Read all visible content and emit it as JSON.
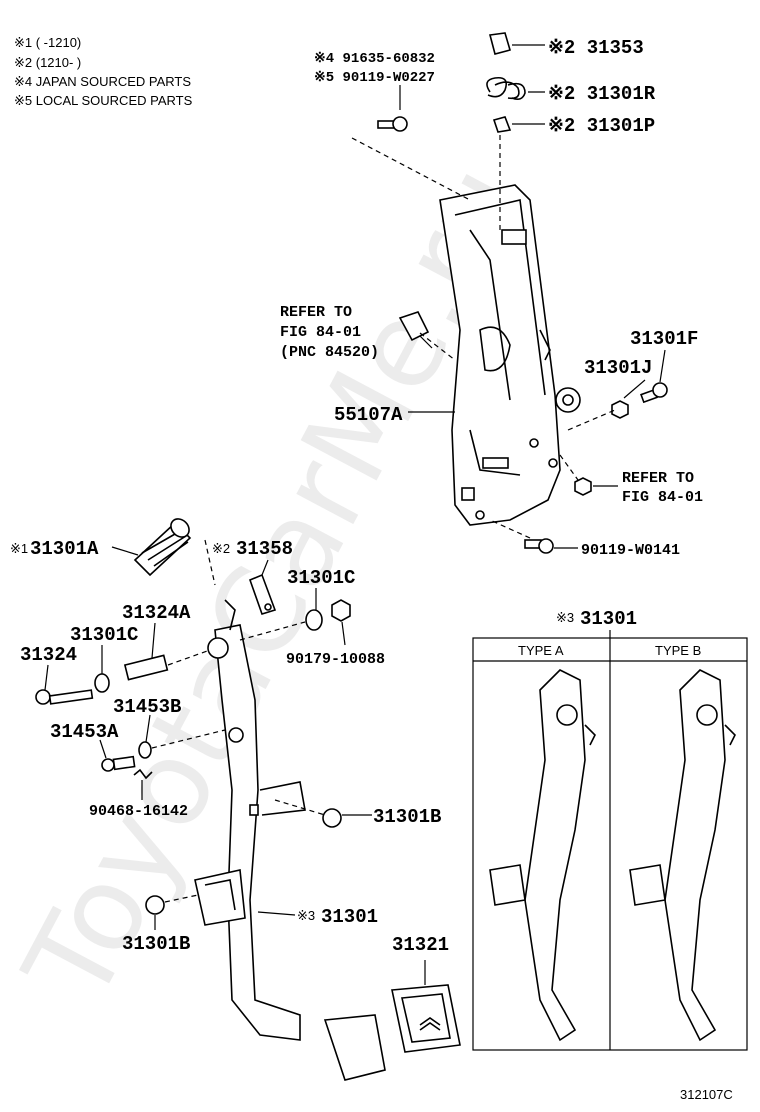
{
  "notes": [
    "※1 (      -1210)",
    "※2 (1210-      )",
    "※4 JAPAN SOURCED PARTS",
    "※5 LOCAL SOURCED PARTS"
  ],
  "parts": {
    "p91635": "※4 91635-60832",
    "p90119_w0227": "※5 90119-W0227",
    "p31353": "※2 31353",
    "p31301r": "※2 31301R",
    "p31301p": "※2 31301P",
    "refer1_line1": "REFER TO",
    "refer1_line2": "FIG 84-01",
    "refer1_line3": "(PNC 84520)",
    "p31301f": "31301F",
    "p31301j": "31301J",
    "p55107a": "55107A",
    "refer2_line1": "REFER TO",
    "refer2_line2": "FIG 84-01",
    "p90119_w0141": "90119-W0141",
    "p31301a": "31301A",
    "p31301a_mark": "※1",
    "p31358": "31358",
    "p31358_mark": "※2",
    "p31301c_a": "31301C",
    "p31324a": "31324A",
    "p31301c_b": "31301C",
    "p31324": "31324",
    "p90179": "90179-10088",
    "p31453b": "31453B",
    "p31453a": "31453A",
    "p90468": "90468-16142",
    "p31301b_a": "31301B",
    "p31301_main": "31301",
    "p31301_main_mark": "※3",
    "p31301b_b": "31301B",
    "p31321": "31321",
    "inset_title": "31301",
    "inset_title_mark": "※3"
  },
  "inset": {
    "type_a": "TYPE A",
    "type_b": "TYPE B"
  },
  "figure_number": "312107C",
  "watermark": "ToyotaCarMe.ru"
}
